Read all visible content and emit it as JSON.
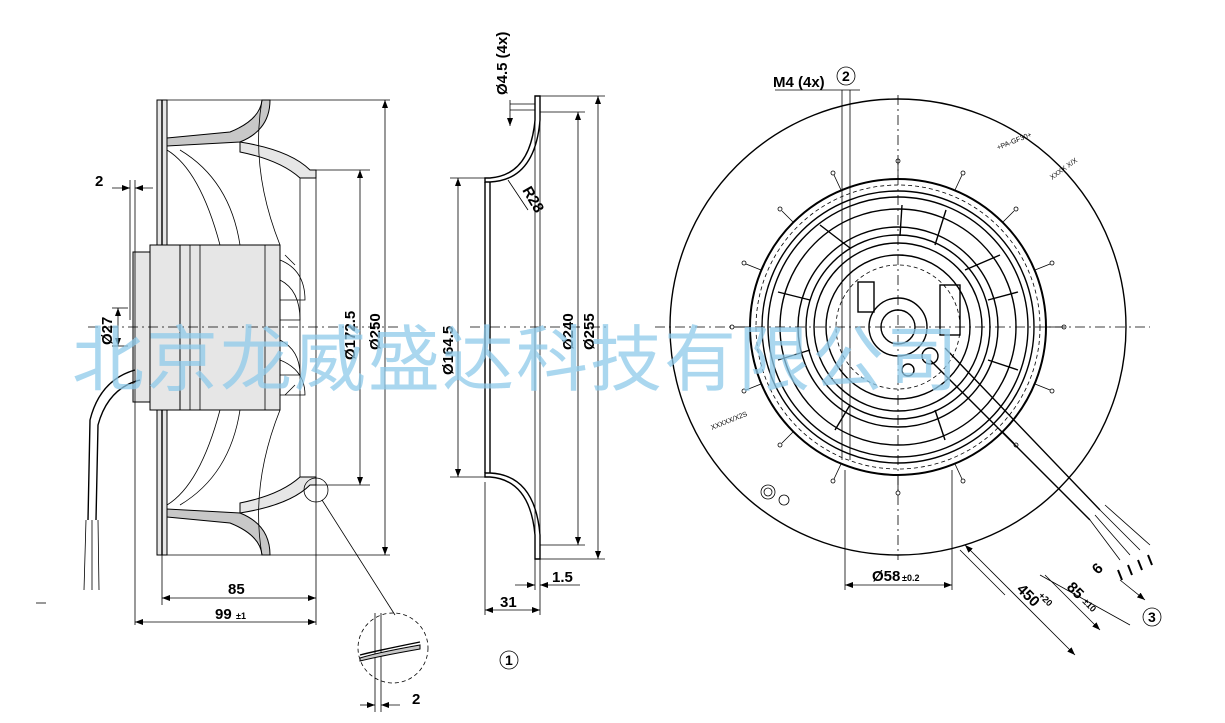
{
  "side_view": {
    "dim_2": "2",
    "dim_d27": "Ø27",
    "dim_d172": "Ø172.5",
    "dim_d250": "Ø250",
    "dim_85": "85",
    "dim_99": "99",
    "dim_99_tol": "±1"
  },
  "detail_view": {
    "dim_2": "2"
  },
  "ring_view": {
    "dim_hole": "Ø4.5 (4x)",
    "dim_r28": "R28",
    "dim_d164": "Ø164.5",
    "dim_d240": "Ø240",
    "dim_d255": "Ø255",
    "dim_15": "1.5",
    "dim_31": "31",
    "callout_1": "1"
  },
  "front_view": {
    "dim_m4": "M4 (4x)",
    "callout_2": "2",
    "dim_d58": "Ø58",
    "dim_d58_tol": "±0.2",
    "dim_450": "450",
    "dim_450_tol": "+20",
    "dim_85": "85",
    "dim_85_tol": "±10",
    "dim_6": "6",
    "callout_3": "3",
    "label_pa": "+PA-GF30+",
    "label_xx": "XXXX X/X",
    "label_code": "XXXXX/X2S"
  },
  "watermark": {
    "text": "北京龙威盛达科技有限公司"
  },
  "icons": {
    "callout_marker": "circled-number-icon"
  }
}
